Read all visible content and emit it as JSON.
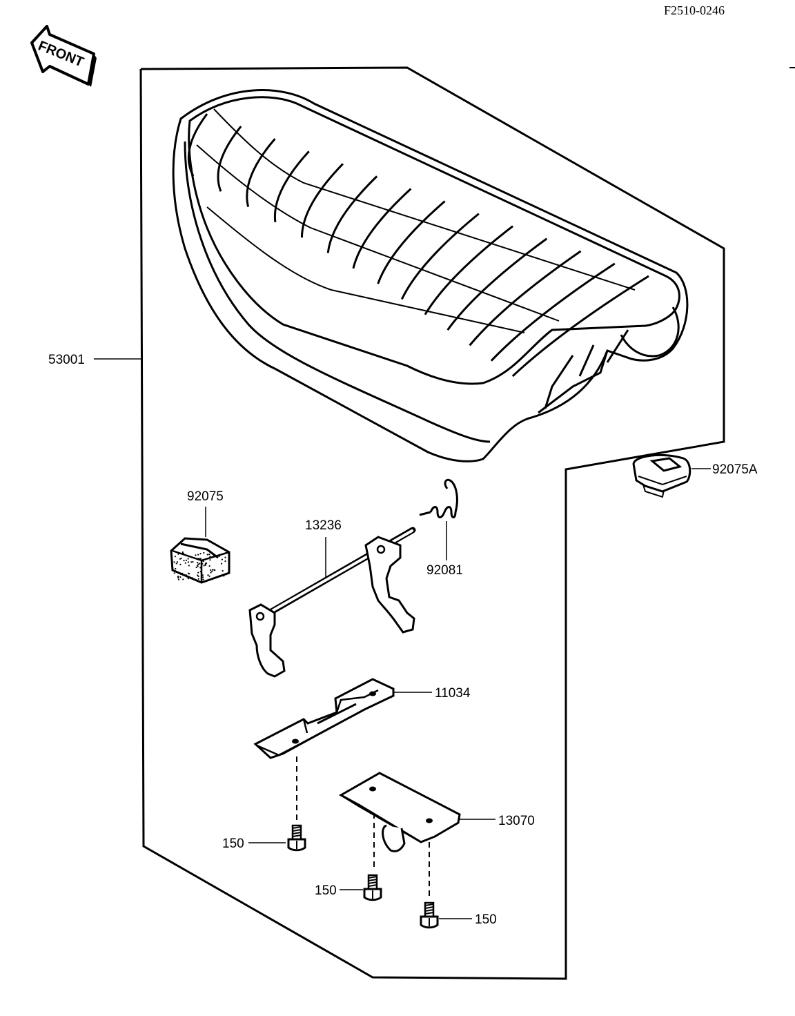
{
  "drawing_code": "F2510-0246",
  "front_arrow_text": "FRONT",
  "labels": {
    "seat": "53001",
    "damper_right": "92075A",
    "damper_left": "92075",
    "lock_shaft": "13236",
    "spring": "92081",
    "bracket_upper": "11034",
    "bracket_lower": "13070",
    "bolt_a": "150",
    "bolt_b": "150",
    "bolt_c": "150"
  },
  "colors": {
    "ink": "#000000",
    "paper": "#ffffff"
  }
}
